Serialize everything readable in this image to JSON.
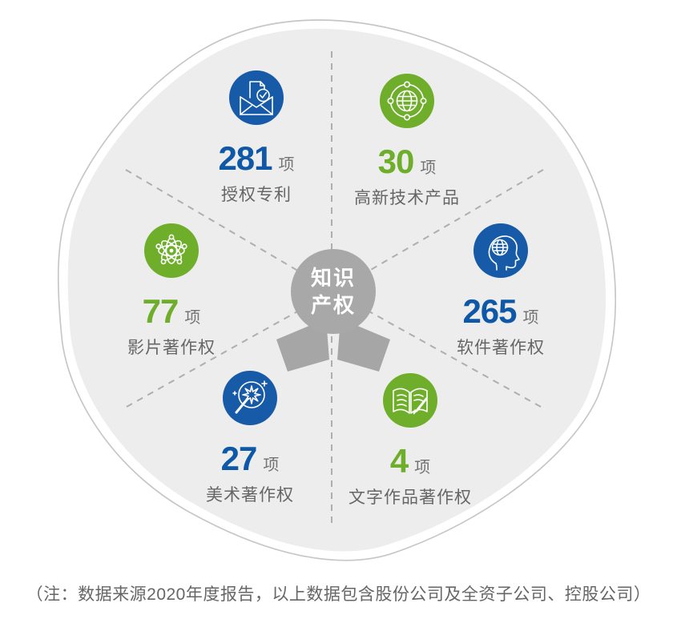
{
  "center": {
    "line1": "知识",
    "line2": "产权"
  },
  "items": [
    {
      "id": "granted-patents",
      "value": "281",
      "unit": "项",
      "label": "授权专利",
      "color": "blue",
      "icon": "envelope-check-icon"
    },
    {
      "id": "hightech-products",
      "value": "30",
      "unit": "项",
      "label": "高新技术产品",
      "color": "green",
      "icon": "globe-network-icon"
    },
    {
      "id": "film-copyright",
      "value": "77",
      "unit": "项",
      "label": "影片著作权",
      "color": "green",
      "icon": "atom-network-icon"
    },
    {
      "id": "software-copyright",
      "value": "265",
      "unit": "项",
      "label": "软件著作权",
      "color": "blue",
      "icon": "head-knowledge-icon"
    },
    {
      "id": "art-copyright",
      "value": "27",
      "unit": "项",
      "label": "美术著作权",
      "color": "blue",
      "icon": "wand-star-icon"
    },
    {
      "id": "written-works-copyright",
      "value": "4",
      "unit": "项",
      "label": "文字作品著作权",
      "color": "green",
      "icon": "book-pen-icon"
    }
  ],
  "note": "（注：数据来源2020年度报告，以上数据包含股份公司及全资子公司、控股公司）",
  "colors": {
    "blue": "#165aa8",
    "green": "#6fae2b",
    "number_blue": "#0f58a8",
    "number_green": "#6fae2b",
    "center_circle": "#a8a8a8",
    "ribbon": "#a6a6a6",
    "blob_fill": "#ededed",
    "blob_outline": "#c6c6c6",
    "dashed_line": "#aeaeae",
    "label_text": "#666666",
    "unit_text": "#737373"
  }
}
